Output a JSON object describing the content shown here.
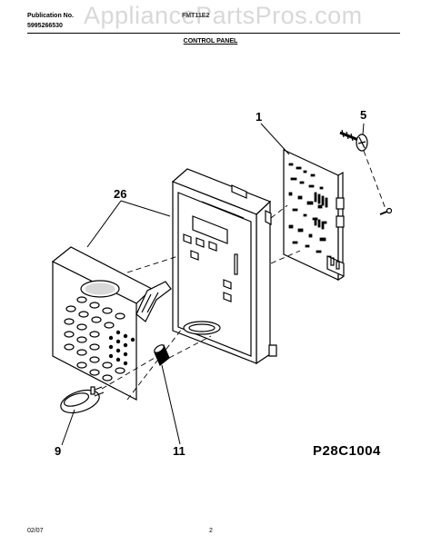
{
  "header": {
    "publication_label": "Publication No.",
    "publication_number": "5995266530",
    "model_code": "FMT11E2",
    "watermark": "AppliancePartsPros.com"
  },
  "section_title": "CONTROL PANEL",
  "callouts": {
    "control_board": "1",
    "screw": "5",
    "keypad_overlay": "26",
    "knob": "9",
    "spacer": "11"
  },
  "diagram_code": "P28C1004",
  "footer": {
    "date": "02/07",
    "page": "2"
  }
}
